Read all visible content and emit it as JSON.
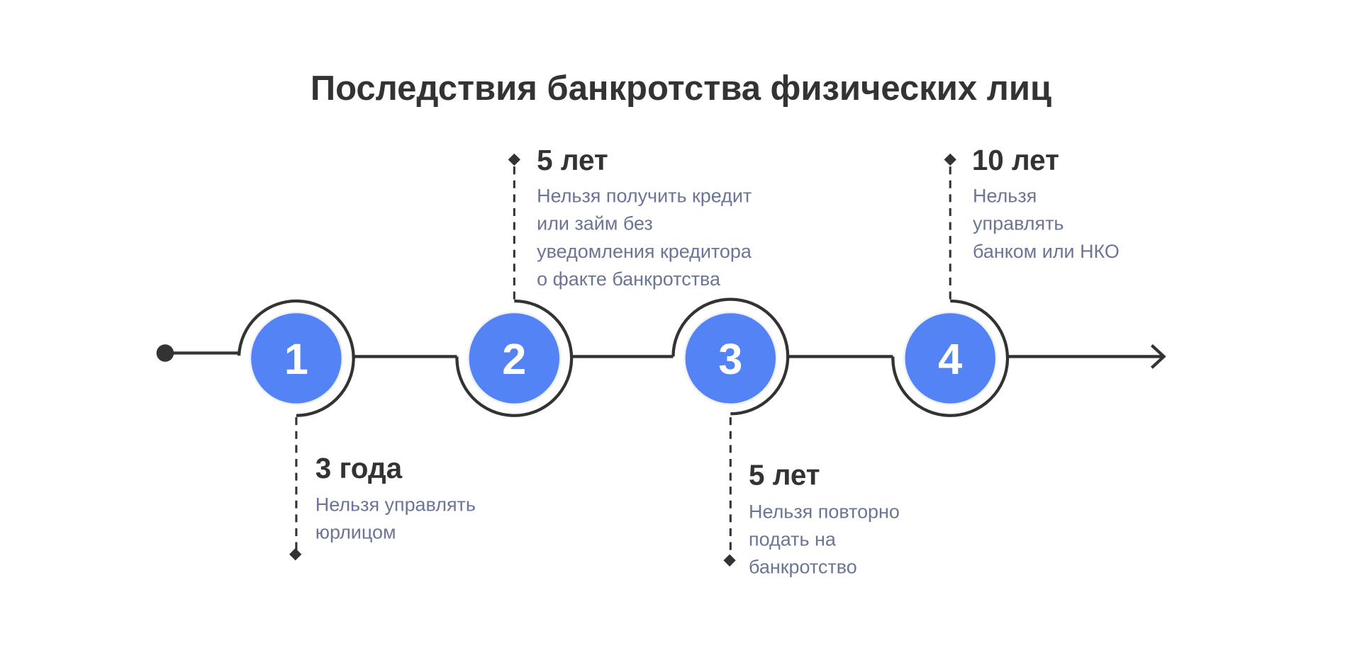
{
  "title": "Последствия банкротства физических лиц",
  "colors": {
    "accent": "#5383f5",
    "line": "#333333",
    "description": "#6b7595"
  },
  "steps": [
    {
      "number": "1",
      "period": "3 года",
      "lines": [
        "Нельзя управлять",
        "юрлицом"
      ]
    },
    {
      "number": "2",
      "period": "5 лет",
      "lines": [
        "Нельзя получить кредит",
        "или займ без",
        "уведомления кредитора",
        "о факте банкротства"
      ]
    },
    {
      "number": "3",
      "period": "5 лет",
      "lines": [
        "Нельзя повторно",
        "подать на",
        "банкротство"
      ]
    },
    {
      "number": "4",
      "period": "10 лет",
      "lines": [
        "Нельзя",
        "управлять",
        "банком или НКО"
      ]
    }
  ]
}
